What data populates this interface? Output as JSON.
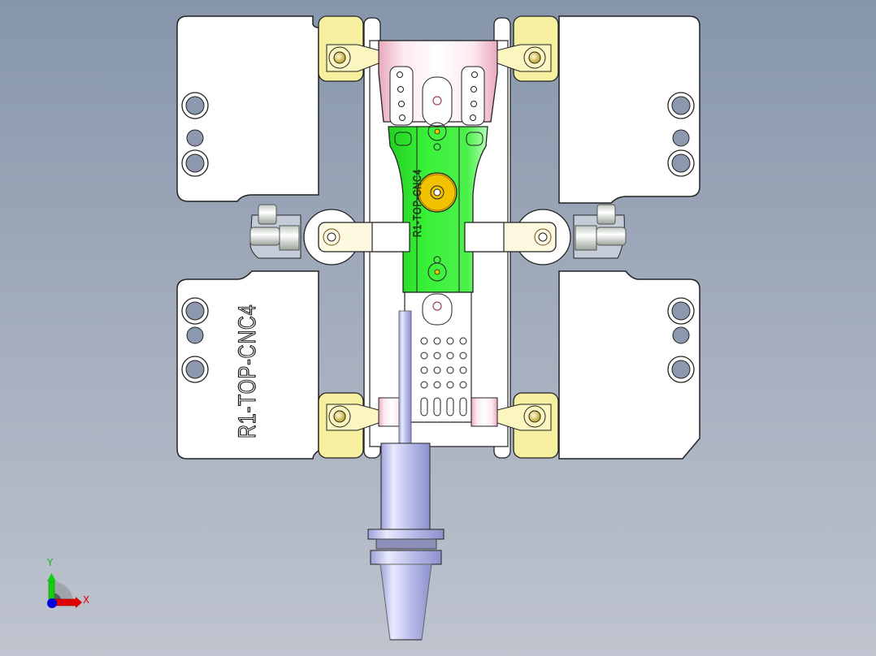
{
  "app": {
    "type": "CAD viewport",
    "view": "top"
  },
  "model": {
    "part_label_large": "R1-TOP-CNC4",
    "part_label_small": "R1-TOP-CNC4",
    "colors": {
      "background_top": "#8796ab",
      "background_bottom": "#bfc4cf",
      "fixture_plate": "#ffffff",
      "clamp_yellow": "#f7f0a0",
      "pink_block": "#e8b8c8",
      "green_part": "#2ee82e",
      "gold_boss": "#f2c200",
      "tool_holder": "#b8bce8"
    }
  },
  "triad": {
    "x_label": "X",
    "y_label": "Y",
    "x_color": "#e00000",
    "y_color": "#10c010",
    "z_color": "#0000e0"
  }
}
